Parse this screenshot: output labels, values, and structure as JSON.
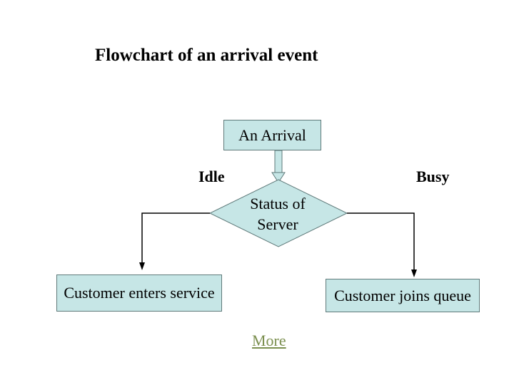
{
  "diagram": {
    "title": "Flowchart of an arrival event",
    "start_node": "An Arrival",
    "decision": {
      "line1": "Status of",
      "line2": "Server"
    },
    "branches": {
      "idle_label": "Idle",
      "busy_label": "Busy"
    },
    "outcomes": {
      "idle": "Customer enters service",
      "busy": "Customer joins queue"
    },
    "more_link": "More"
  },
  "colors": {
    "node_fill": "#c6e6e6",
    "node_border": "#5f7a7a",
    "link": "#7b8f4f"
  }
}
